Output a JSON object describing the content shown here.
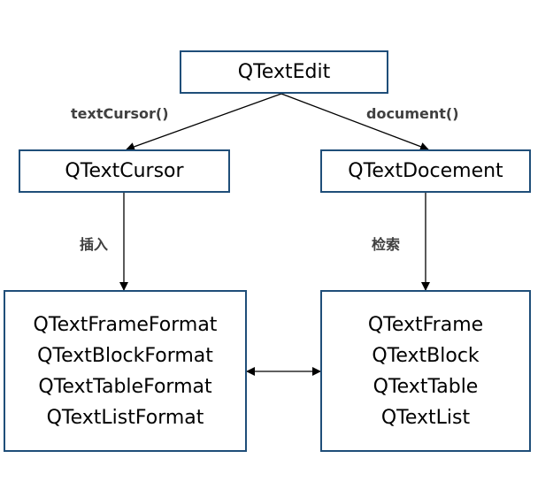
{
  "colors": {
    "box_border": "#1f4e79",
    "line": "#000000",
    "label_text": "#404040"
  },
  "nodes": {
    "qtextedit": "QTextEdit",
    "qtextcursor": "QTextCursor",
    "qtextdocument": "QTextDocement",
    "formats": [
      "QTextFrameFormat",
      "QTextBlockFormat",
      "QTextTableFormat",
      "QTextListFormat"
    ],
    "elements": [
      "QTextFrame",
      "QTextBlock",
      "QTextTable",
      "QTextList"
    ]
  },
  "edges": {
    "text_cursor": "textCursor()",
    "document": "document()",
    "insert": "插入",
    "retrieve": "检索"
  }
}
